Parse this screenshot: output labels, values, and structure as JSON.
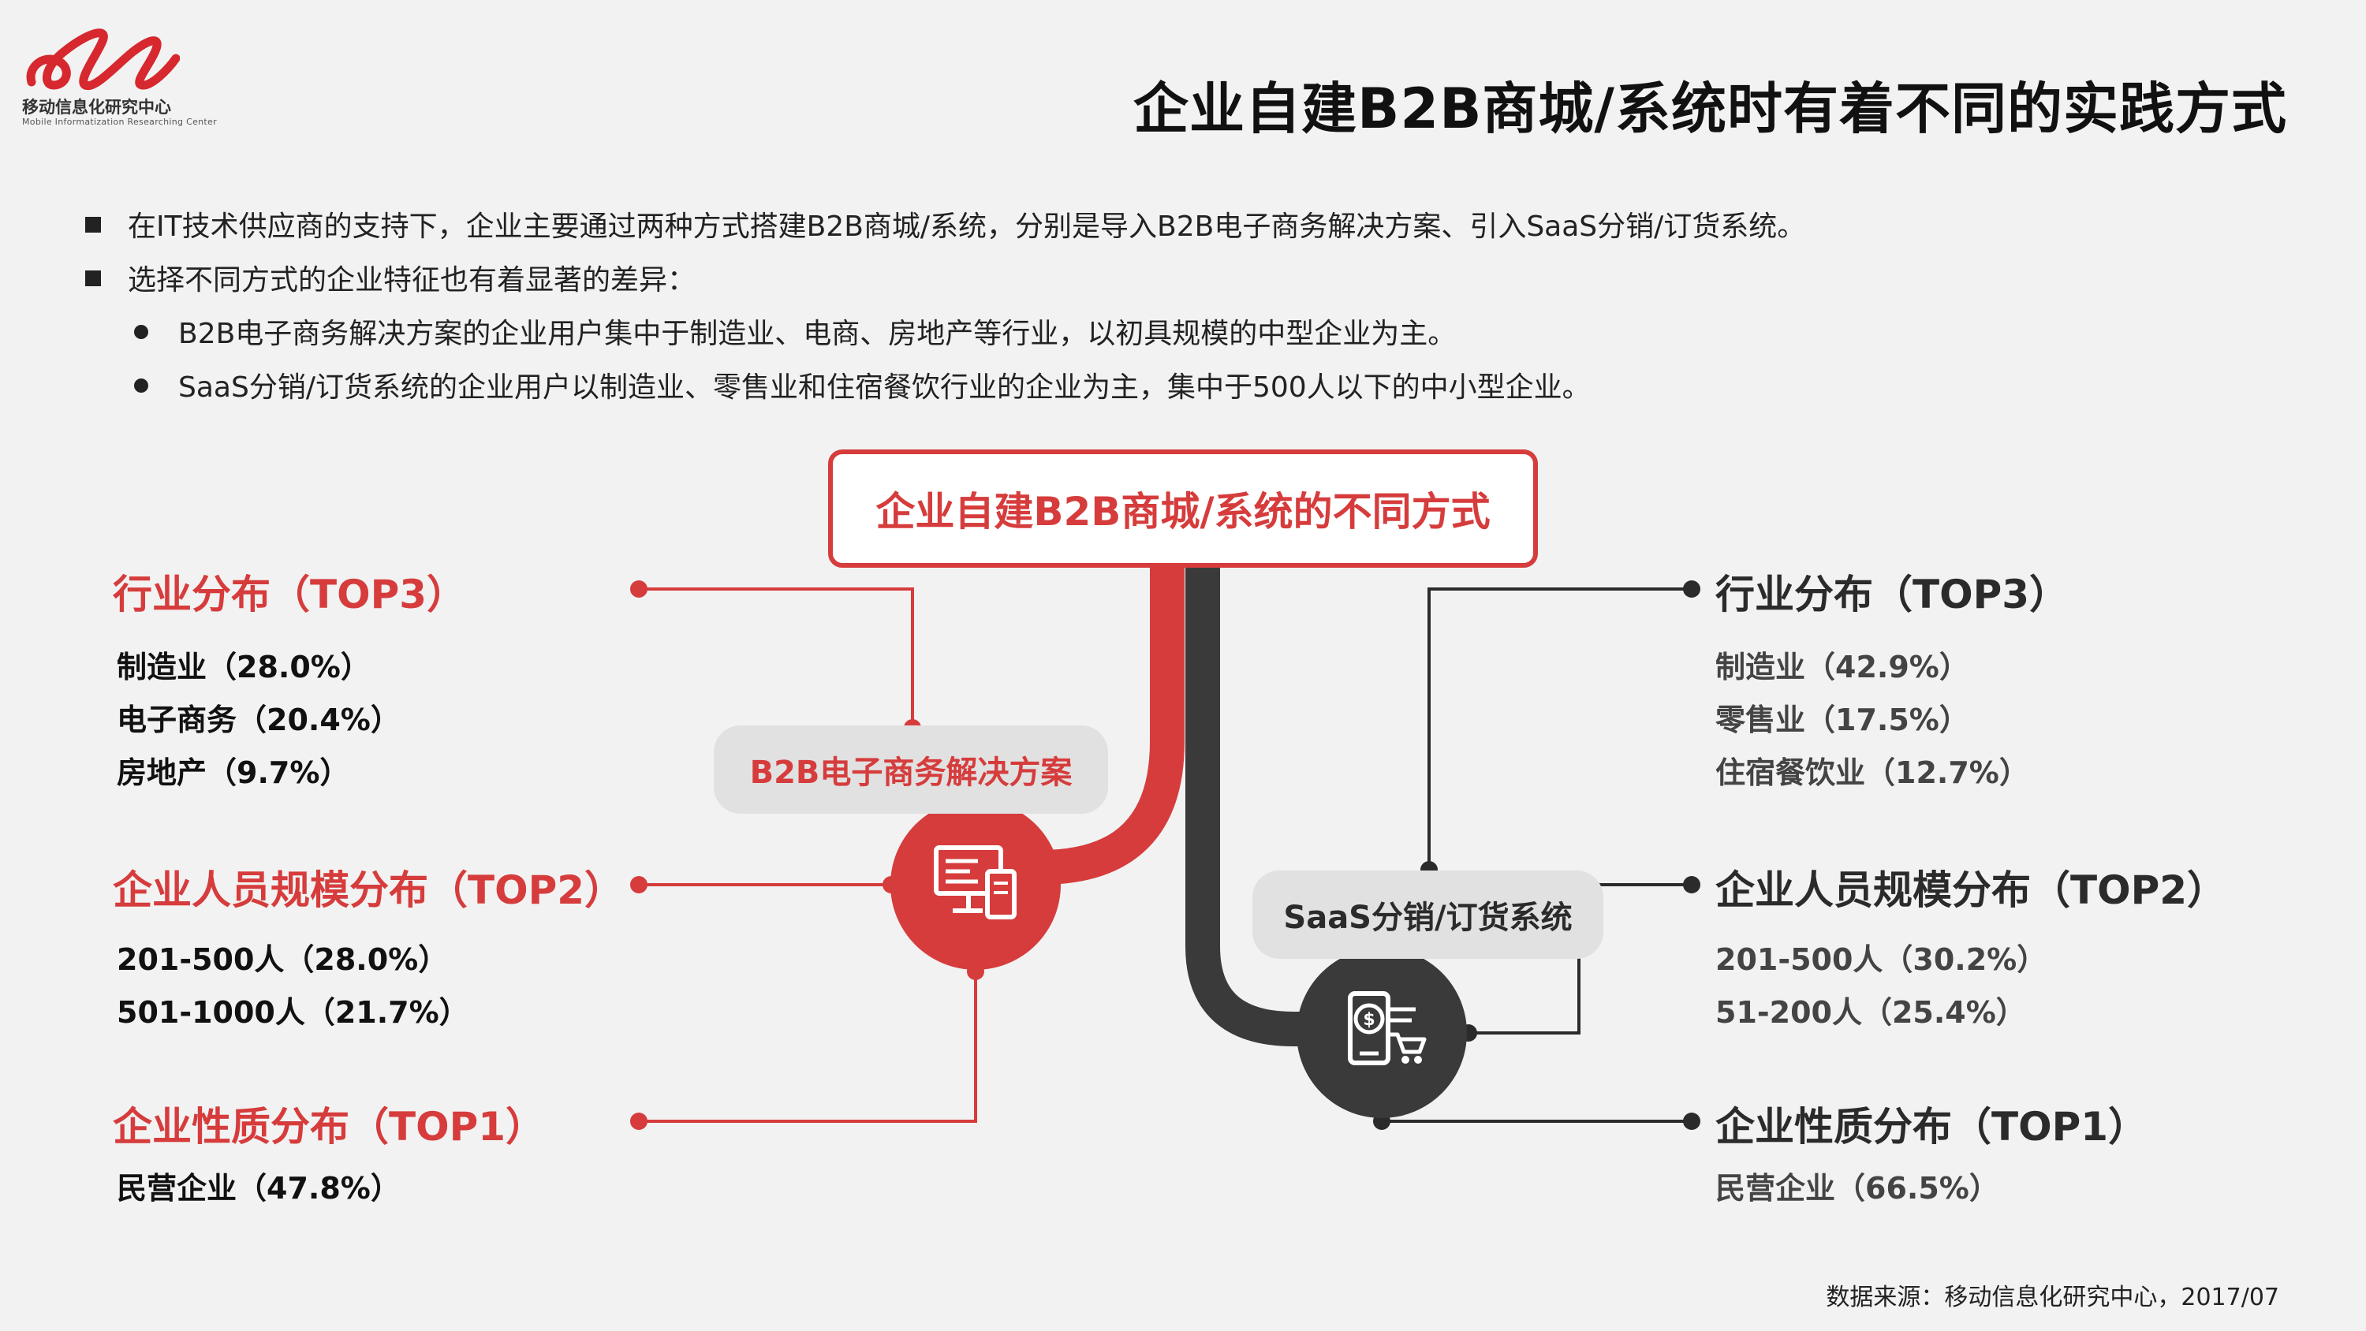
{
  "logo": {
    "name_cn": "移动信息化研究中心",
    "name_en": "Mobile Informatization Researching Center"
  },
  "title": "企业自建B2B商城/系统时有着不同的实践方式",
  "bullets": [
    "在IT技术供应商的支持下，企业主要通过两种方式搭建B2B商城/系统，分别是导入B2B电子商务解决方案、引入SaaS分销/订货系统。",
    "选择不同方式的企业特征也有着显著的差异："
  ],
  "sub_bullets": [
    "B2B电子商务解决方案的企业用户集中于制造业、电商、房地产等行业，以初具规模的中型企业为主。",
    "SaaS分销/订货系统的企业用户以制造业、零售业和住宿餐饮行业的企业为主，集中于500人以下的中小型企业。"
  ],
  "center_label": "企业自建B2B商城/系统的不同方式",
  "left": {
    "method": "B2B电子商务解决方案",
    "icon": "monitor-tablet-icon",
    "color": "#d63c3c",
    "groups": [
      {
        "heading": "行业分布（TOP3）",
        "items": [
          "制造业（28.0%）",
          "电子商务（20.4%）",
          "房地产（9.7%）"
        ]
      },
      {
        "heading": "企业人员规模分布（TOP2）",
        "items": [
          "201-500人（28.0%）",
          "501-1000人（21.7%）"
        ]
      },
      {
        "heading": "企业性质分布（TOP1）",
        "items": [
          "民营企业（47.8%）"
        ]
      }
    ]
  },
  "right": {
    "method": "SaaS分销/订货系统",
    "icon": "mobile-payment-cart-icon",
    "color": "#3a3a3a",
    "groups": [
      {
        "heading": "行业分布（TOP3）",
        "items": [
          "制造业（42.9%）",
          "零售业（17.5%）",
          "住宿餐饮业（12.7%）"
        ]
      },
      {
        "heading": "企业人员规模分布（TOP2）",
        "items": [
          "201-500人（30.2%）",
          "51-200人（25.4%）"
        ]
      },
      {
        "heading": "企业性质分布（TOP1）",
        "items": [
          "民营企业（66.5%）"
        ]
      }
    ]
  },
  "source": "数据来源：移动信息化研究中心，2017/07"
}
